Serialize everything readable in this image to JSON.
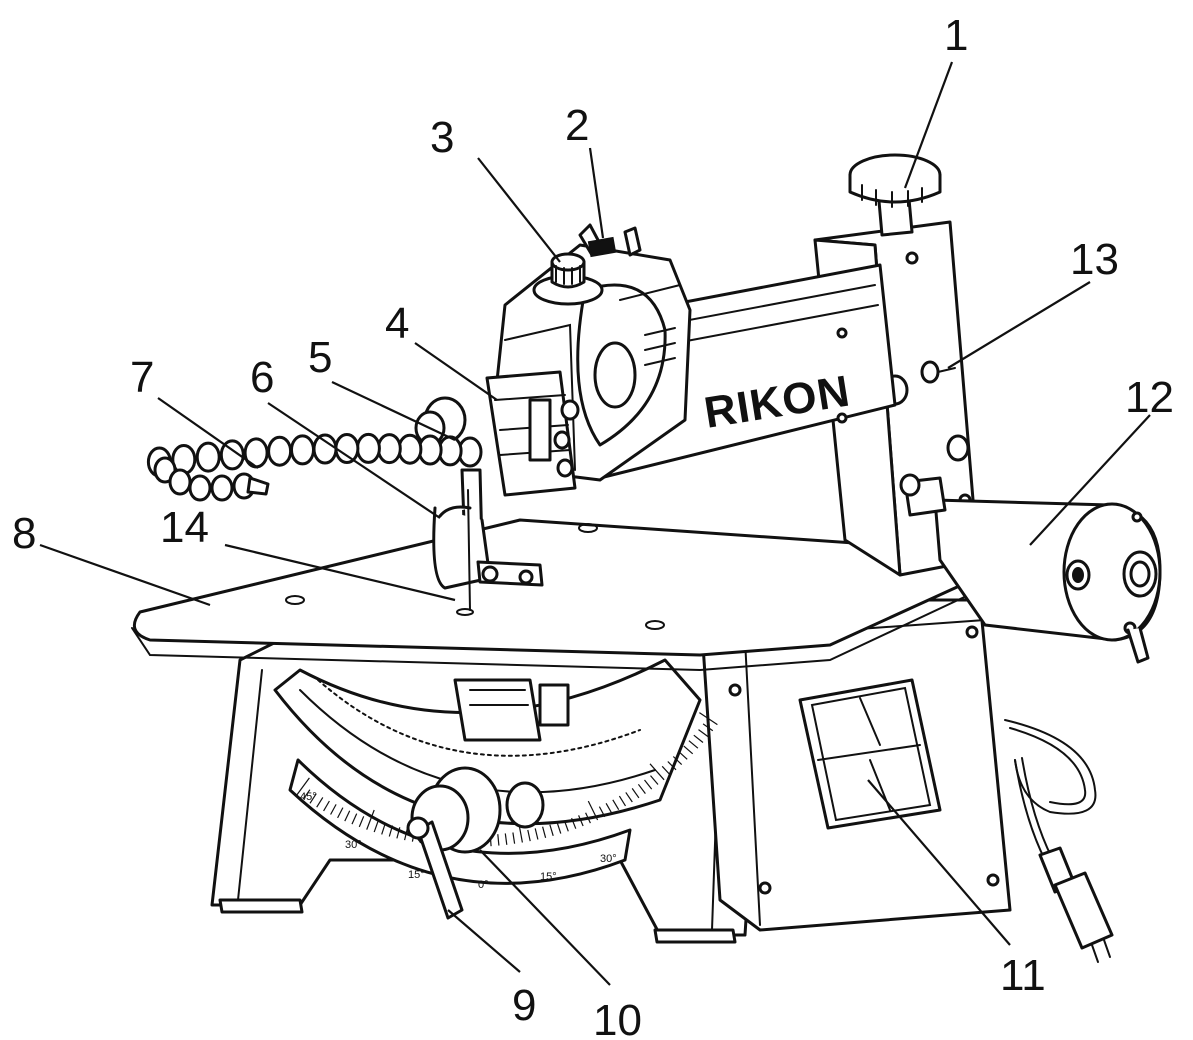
{
  "brand": "RIKON",
  "scale": {
    "left": [
      "45°",
      "30°",
      "15°"
    ],
    "center": "0°",
    "right": [
      "15°",
      "30°"
    ]
  },
  "callouts": [
    {
      "id": "1",
      "label": "1"
    },
    {
      "id": "2",
      "label": "2"
    },
    {
      "id": "3",
      "label": "3"
    },
    {
      "id": "4",
      "label": "4"
    },
    {
      "id": "5",
      "label": "5"
    },
    {
      "id": "6",
      "label": "6"
    },
    {
      "id": "7",
      "label": "7"
    },
    {
      "id": "8",
      "label": "8"
    },
    {
      "id": "9",
      "label": "9"
    },
    {
      "id": "10",
      "label": "10"
    },
    {
      "id": "11",
      "label": "11"
    },
    {
      "id": "12",
      "label": "12"
    },
    {
      "id": "13",
      "label": "13"
    },
    {
      "id": "14",
      "label": "14"
    }
  ]
}
